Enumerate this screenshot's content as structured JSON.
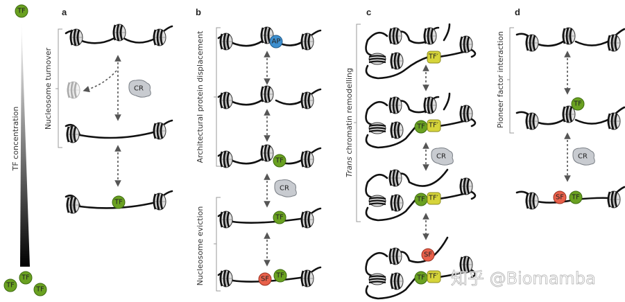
{
  "gradient": {
    "label": "TF concentration",
    "top_factor": "TF",
    "bottom_factors": [
      "TF",
      "TF",
      "TF"
    ]
  },
  "panels": {
    "a": {
      "letter": "a",
      "bracket_label": "Nucleosome turnover",
      "remodeller": "CR",
      "bound_factor": "TF"
    },
    "b": {
      "letter": "b",
      "bracket_label_1": "Architectural protein displacement",
      "bracket_label_2": "Nucleosome eviction",
      "architectural_protein": "AP",
      "remodeller": "CR",
      "factor_row3": "TF",
      "factor_row4": "TF",
      "settler": "SF",
      "factor_row5": "TF"
    },
    "c": {
      "letter": "c",
      "bracket_label_italic": "Trans",
      "bracket_label_rest": " chromatin remodelling",
      "tfprime_1": "TF′",
      "tf_2": "TF",
      "tfprime_2": "TF′",
      "remodeller": "CR",
      "tf_3": "TF",
      "tfprime_3": "TF′",
      "settler": "SF",
      "tf_4": "TF",
      "tfprime_4": "TF′"
    },
    "d": {
      "letter": "d",
      "bracket_label": "Pioneer factor interaction",
      "pioneer": "TF",
      "remodeller": "CR",
      "settler": "SF",
      "factor": "TF"
    }
  },
  "watermark": "知乎 @Biomamba",
  "colors": {
    "tf": "#6aa121",
    "tf_prime": "#d6d43a",
    "sf": "#e8604a",
    "ap": "#3d8fcf",
    "cr": "#c8cbd0"
  }
}
